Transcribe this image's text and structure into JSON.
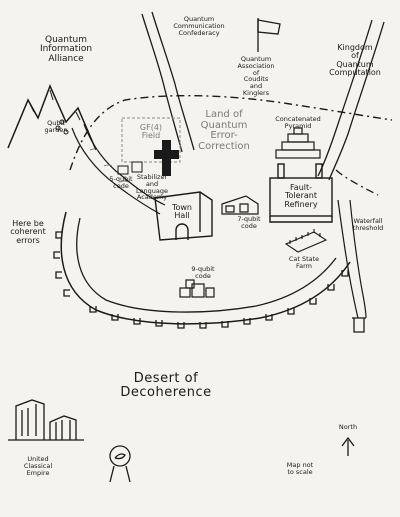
{
  "map": {
    "regions": {
      "quantum_information_alliance": "Quantum\nInformation\nAlliance",
      "quantum_communication_confederacy": "Quantum\nCommunication\nConfederacy",
      "quantum_association": "Quantum\nAssociation\nof\nCoudits\nand\nKinglers",
      "kingdom_of_quantum_computation": "Kingdom\nof\nQuantum\nComputation",
      "land_of_qec": "Land of\nQuantum\nError-\nCorrection",
      "desert_of_decoherence": "Desert of\nDecoherence",
      "here_be_coherent_errors": "Here be\ncoherent\nerrors",
      "united_classical_empire": "United\nClassical\nEmpire"
    },
    "places": {
      "qubit_garden": "Qubit\ngarden",
      "gf4_field": "GF(4)\nField",
      "five_qubit_code": "5-qubit\ncode",
      "stabilizer_academy": "Stabilizer\nand\nLanguage\nAcademy",
      "town_hall": "Town\nHall",
      "seven_qubit_code": "7-qubit\ncode",
      "concatenated_pyramid": "Concatenated\nPyramid",
      "fault_tolerant_refinery": "Fault-\nTolerant\nRefinery",
      "cat_state_farm": "Cat State\nFarm",
      "nine_qubit_code": "9-qubit\ncode",
      "waterfall_label": "Waterfall\nthreshold"
    },
    "notes": {
      "scale_note": "Map not\nto scale",
      "north_arrow": "North"
    },
    "colors": {
      "ink": "#1a1a1a",
      "paper": "#f4f3ef",
      "pencil": "#8a8a8a"
    }
  }
}
